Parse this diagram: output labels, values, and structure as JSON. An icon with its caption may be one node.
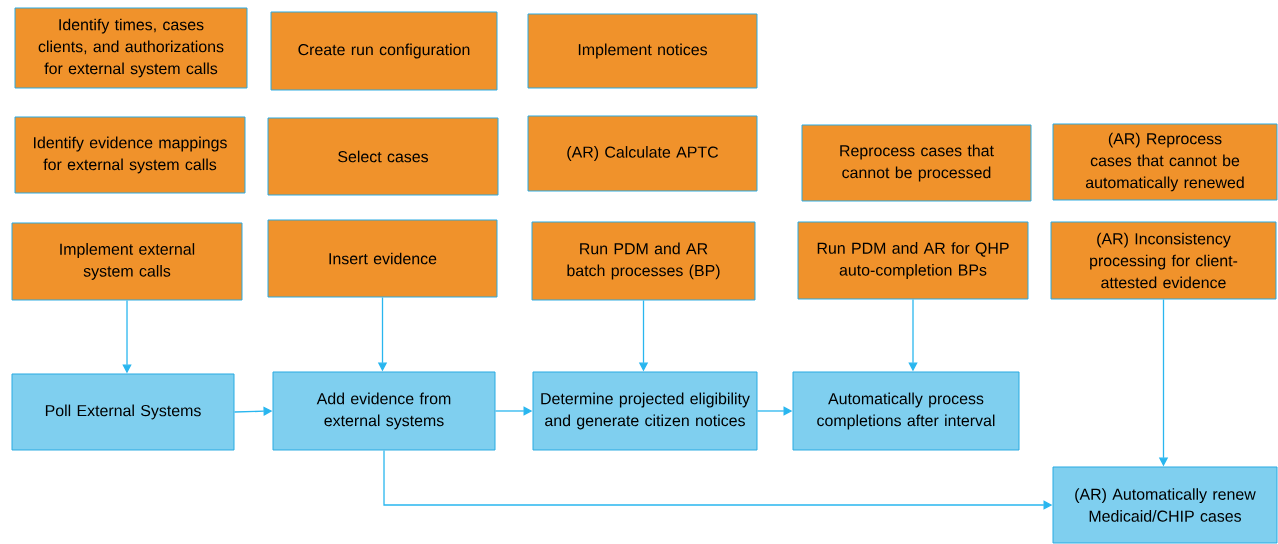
{
  "diagram": {
    "nodes": [
      {
        "text": [
          "Identify times, cases clients, and authorizations for external system calls"
        ]
      },
      {
        "text": [
          "Create run configuration"
        ]
      },
      {
        "text": [
          "Implement notices"
        ]
      },
      {
        "text": [
          "Identify evidence mappings for external system calls"
        ]
      },
      {
        "text": [
          "Select cases"
        ]
      },
      {
        "text": [
          "(AR) Calculate APTC"
        ]
      },
      {
        "text": [
          "Reprocess cases that cannot be processed"
        ]
      },
      {
        "text": [
          "(AR) Reprocess cases that cannot be automatically renewed"
        ]
      },
      {
        "text": [
          "Implement external system calls"
        ]
      },
      {
        "text": [
          "Insert evidence"
        ]
      },
      {
        "text": [
          "Run PDM and AR batch processes (BP)"
        ]
      },
      {
        "text": [
          "Run PDM and AR for QHP auto-completion BPs"
        ]
      },
      {
        "text": [
          "(AR) Inconsistency processing for client-attested evidence"
        ]
      },
      {
        "text": [
          "Poll External Systems"
        ]
      },
      {
        "text": [
          "Add evidence from external systems"
        ]
      },
      {
        "text": [
          "Determine projected eligibility and generate citizen notices"
        ]
      },
      {
        "text": [
          "Automatically process completions after interval"
        ]
      },
      {
        "text": [
          "(AR) Automatically renew Medicaid/CHIP cases"
        ]
      }
    ],
    "edges": [
      {
        "from": 8,
        "to": 13,
        "arrow": "to"
      },
      {
        "from": 9,
        "to": 14,
        "arrow": "to"
      },
      {
        "from": 10,
        "to": 15,
        "arrow": "to"
      },
      {
        "from": 11,
        "to": 16,
        "arrow": "to"
      },
      {
        "from": 12,
        "to": 17,
        "arrow": "to"
      },
      {
        "from": 13,
        "to": 14,
        "arrow": "to"
      },
      {
        "from": 14,
        "to": 15,
        "arrow": "to"
      },
      {
        "from": 15,
        "to": 16,
        "arrow": "to"
      },
      {
        "from": 14,
        "to": 17,
        "arrow": "to"
      }
    ]
  }
}
